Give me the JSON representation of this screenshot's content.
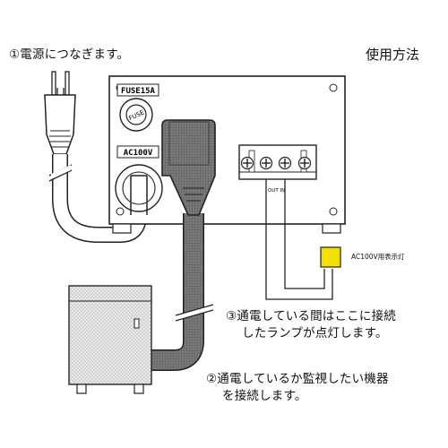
{
  "title": "使用方法",
  "steps": {
    "step1": "①電源につなぎます。",
    "step2_line1": "②通電しているか監視したい機器",
    "step2_line2": "を接続します。",
    "step3_line1": "③通電している間はここに接続",
    "step3_line2": "したランプが点灯します。"
  },
  "device": {
    "fuse_label": "FUSE15A",
    "fuse_cap_text": "FUSE",
    "voltage_label": "AC100V",
    "terminal_labels": "OUT IN"
  },
  "lamp": {
    "label": "AC100V用表示灯",
    "color": "#f2e000"
  }
}
